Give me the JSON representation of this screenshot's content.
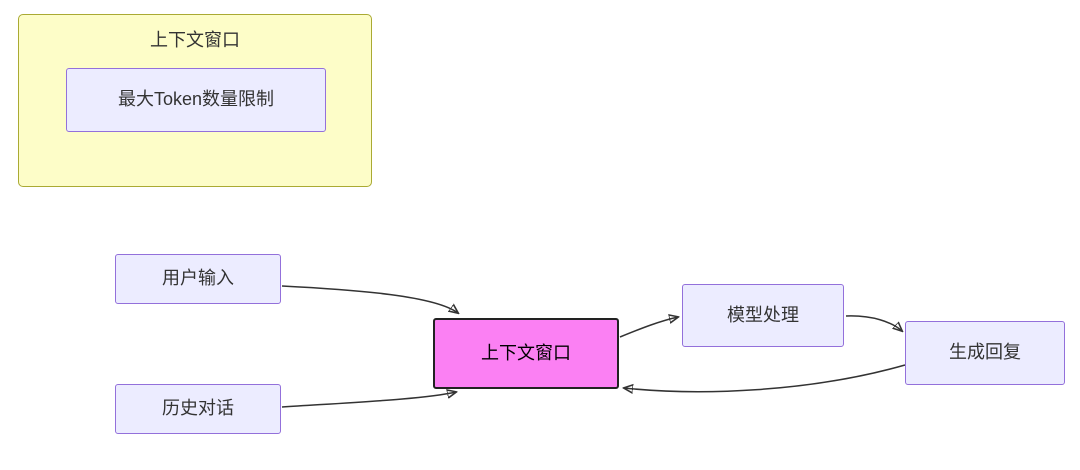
{
  "diagram": {
    "type": "flowchart",
    "subgraph": {
      "title": "上下文窗口",
      "inner_node": "最大Token数量限制"
    },
    "nodes": {
      "user_input": "用户输入",
      "history_dialogue": "历史对话",
      "context_window": "上下文窗口",
      "model_processing": "模型处理",
      "generate_reply": "生成回复"
    },
    "edges": [
      {
        "from": "用户输入",
        "to": "上下文窗口"
      },
      {
        "from": "历史对话",
        "to": "上下文窗口"
      },
      {
        "from": "上下文窗口",
        "to": "模型处理"
      },
      {
        "from": "模型处理",
        "to": "生成回复"
      },
      {
        "from": "生成回复",
        "to": "上下文窗口"
      }
    ],
    "colors": {
      "subgraph_bg": "#FDFDC8",
      "subgraph_border": "#AAAA33",
      "node_bg": "#ECECFF",
      "node_border": "#9370DB",
      "highlight_bg": "#FB80F3",
      "highlight_border": "#222222",
      "edge": "#333333",
      "background": "#FFFFFF"
    }
  }
}
